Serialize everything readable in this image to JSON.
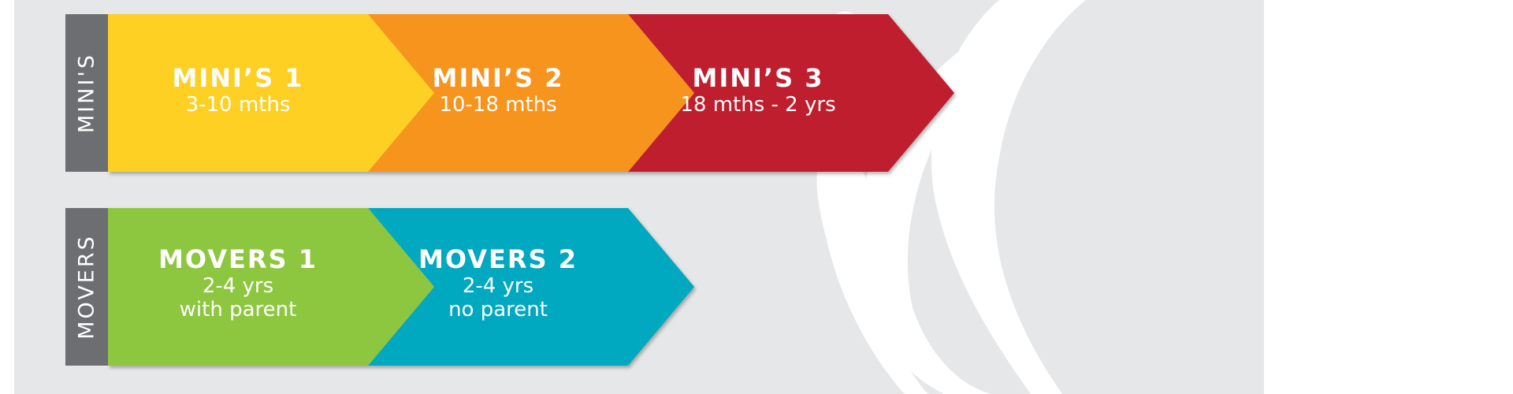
{
  "colors": {
    "background": "#e6e7e8",
    "tab": "#6d6e71",
    "yellow": "#fdd023",
    "orange": "#f7941d",
    "red": "#be1e2d",
    "green": "#8dc63f",
    "teal": "#00a9bf",
    "text": "#ffffff"
  },
  "rows": [
    {
      "label": "MINI'S",
      "steps": [
        {
          "title": "MINI’S 1",
          "lines": [
            "3-10 mths"
          ],
          "color": "yellow"
        },
        {
          "title": "MINI’S 2",
          "lines": [
            "10-18 mths"
          ],
          "color": "orange"
        },
        {
          "title": "MINI’S 3",
          "lines": [
            "18 mths - 2 yrs"
          ],
          "color": "red"
        }
      ]
    },
    {
      "label": "MOVERS",
      "steps": [
        {
          "title": "MOVERS 1",
          "lines": [
            "2-4 yrs",
            "with parent"
          ],
          "color": "green"
        },
        {
          "title": "MOVERS 2",
          "lines": [
            "2-4 yrs",
            "no parent"
          ],
          "color": "teal"
        }
      ]
    }
  ]
}
